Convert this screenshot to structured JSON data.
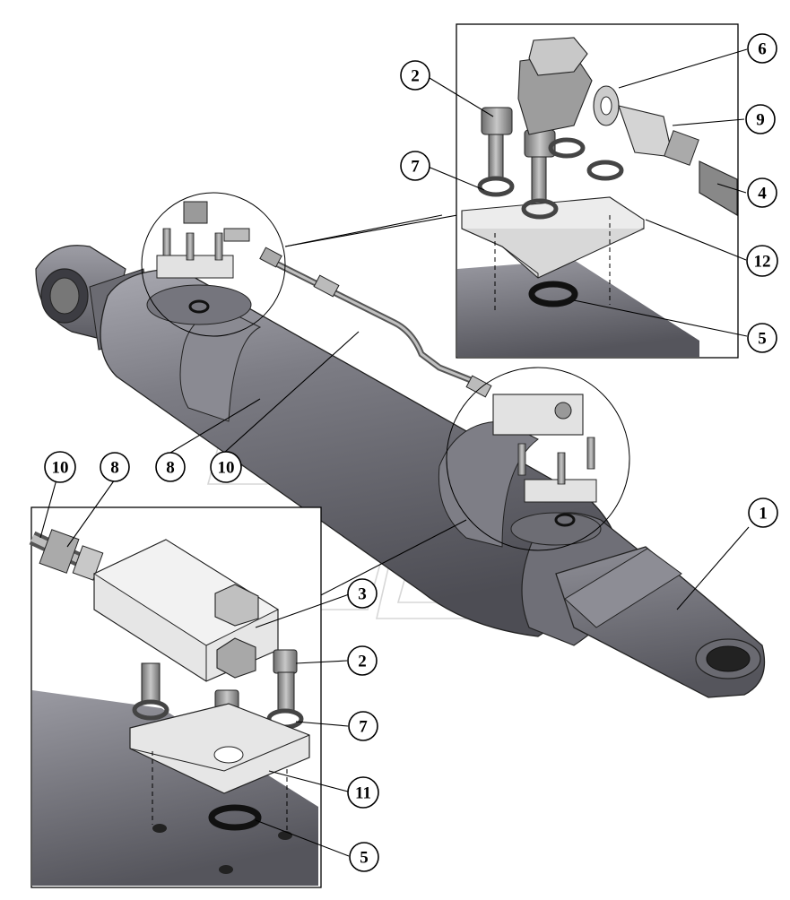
{
  "callouts": [
    {
      "id": "c-1",
      "label": "1"
    },
    {
      "id": "c-2-top",
      "label": "2"
    },
    {
      "id": "c-2-bottom",
      "label": "2"
    },
    {
      "id": "c-3",
      "label": "3"
    },
    {
      "id": "c-4",
      "label": "4"
    },
    {
      "id": "c-5-top",
      "label": "5"
    },
    {
      "id": "c-5-bottom",
      "label": "5"
    },
    {
      "id": "c-6",
      "label": "6"
    },
    {
      "id": "c-7-top",
      "label": "7"
    },
    {
      "id": "c-7-bottom",
      "label": "7"
    },
    {
      "id": "c-8-main",
      "label": "8"
    },
    {
      "id": "c-8-inset",
      "label": "8"
    },
    {
      "id": "c-9",
      "label": "9"
    },
    {
      "id": "c-10-main",
      "label": "10"
    },
    {
      "id": "c-10-inset",
      "label": "10"
    },
    {
      "id": "c-11",
      "label": "11"
    },
    {
      "id": "c-12",
      "label": "12"
    }
  ],
  "colors": {
    "cylinder_dark": "#5f5f66",
    "cylinder_mid": "#8a8a92",
    "cylinder_light": "#b4b4bc",
    "block": "#e2e2e2",
    "bolt": "#8e8e8e",
    "oring": "#111111",
    "watermark": "#c9c9c9"
  }
}
